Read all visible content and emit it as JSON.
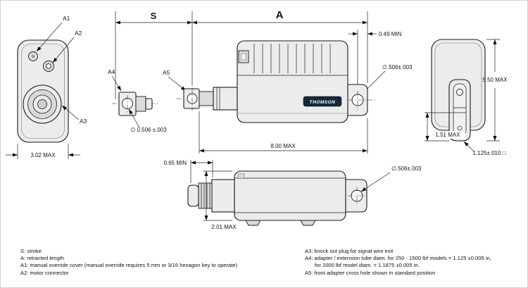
{
  "meta": {
    "description": "Linear actuator outline dimension drawing with front, side, bottom and rear views"
  },
  "brand": "THOMSON",
  "dims": {
    "front_width": "3.02 MAX",
    "stroke": "S",
    "retracted": "A",
    "rear_offset": "0.49 MIN",
    "rear_hole_dia": "∅.506±.003",
    "length": "8.00 MAX",
    "adapter_hole_dia": "∅ 0.506 ±.003",
    "height": "5.50 MAX",
    "clevis_offset": "1.51 MAX",
    "clevis_square": "1.125±.010 □",
    "front_min": "0.65 MIN",
    "body_width": "2.01 MAX",
    "bottom_hole_dia": "∅.506±.003"
  },
  "callouts": {
    "a1": "A1",
    "a2": "A2",
    "a3": "A3",
    "a4": "A4",
    "a5": "A5"
  },
  "legend": {
    "left": [
      "S: stroke",
      "A: retracted length",
      "A1: manual override cover (manual override requires 5 mm or 3/16 hexagon key to operate)",
      "A2: motor connector"
    ],
    "right": [
      "A3: knock out plug for signal wire exit",
      "A4: adapter / extension tube diam. for 250 - 1500 lbf models = 1.125 ±0.005 in,",
      "for 2000 lbf model diam. = 1.1875 ±0.005 in.",
      "A5: front adapter cross hole shown in standard position"
    ]
  }
}
